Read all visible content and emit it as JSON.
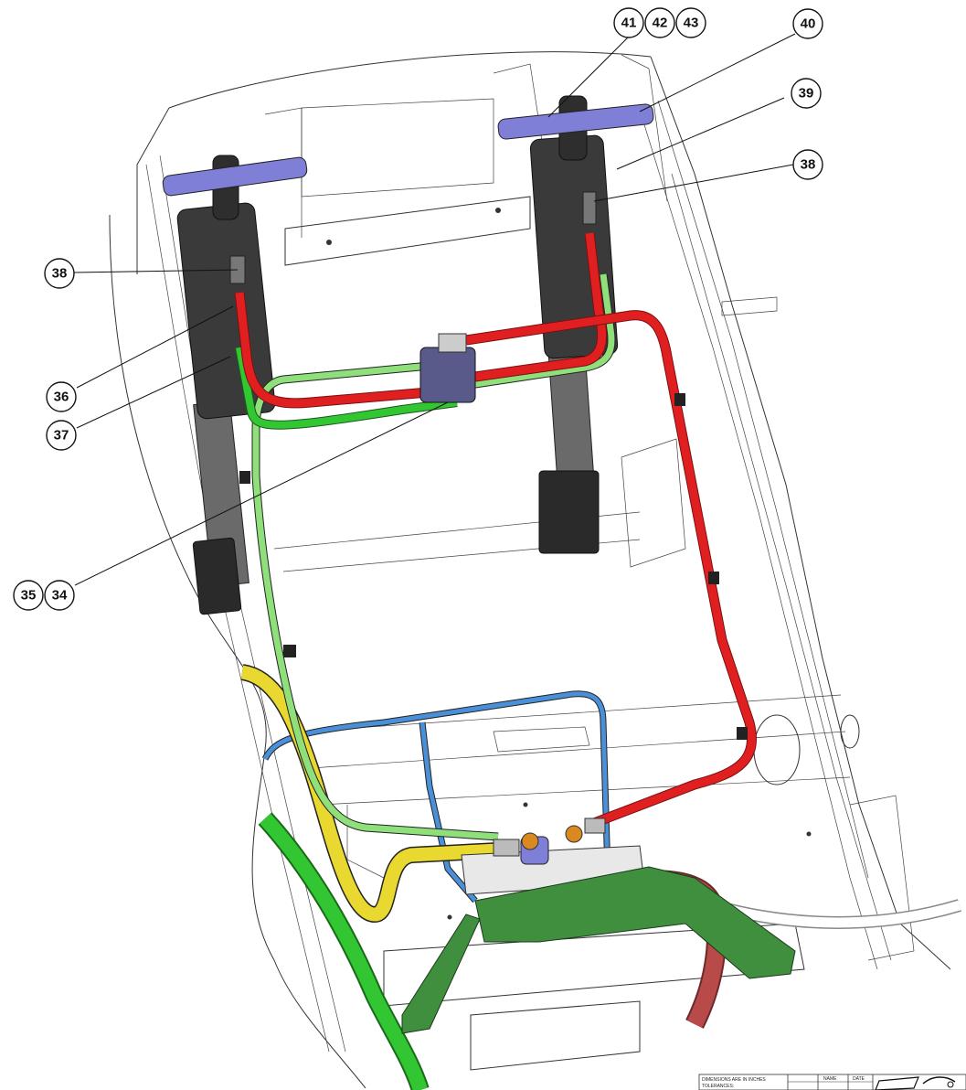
{
  "balloons": {
    "b41": "41",
    "b42": "42",
    "b43": "43",
    "b40": "40",
    "b39": "39",
    "b38_right": "38",
    "b38_left": "38",
    "b36": "36",
    "b37": "37",
    "b35": "35",
    "b34": "34"
  },
  "title_block": {
    "note_line1": "DIMENSIONS ARE IN INCHES",
    "note_line2": "TOLERANCES:",
    "col_name": "NAME",
    "col_date": "DATE"
  },
  "colors": {
    "hose_red": "#e02020",
    "hose_green": "#2ec82e",
    "hose_light_green": "#8fe07a",
    "hose_yellow": "#e8d830",
    "hose_blue": "#4a90d8",
    "hose_dark_red": "#b84a4a",
    "cylinder": "#3a3a3a",
    "pin": "#7f7fd8",
    "bracket": "#3f8f3f"
  }
}
